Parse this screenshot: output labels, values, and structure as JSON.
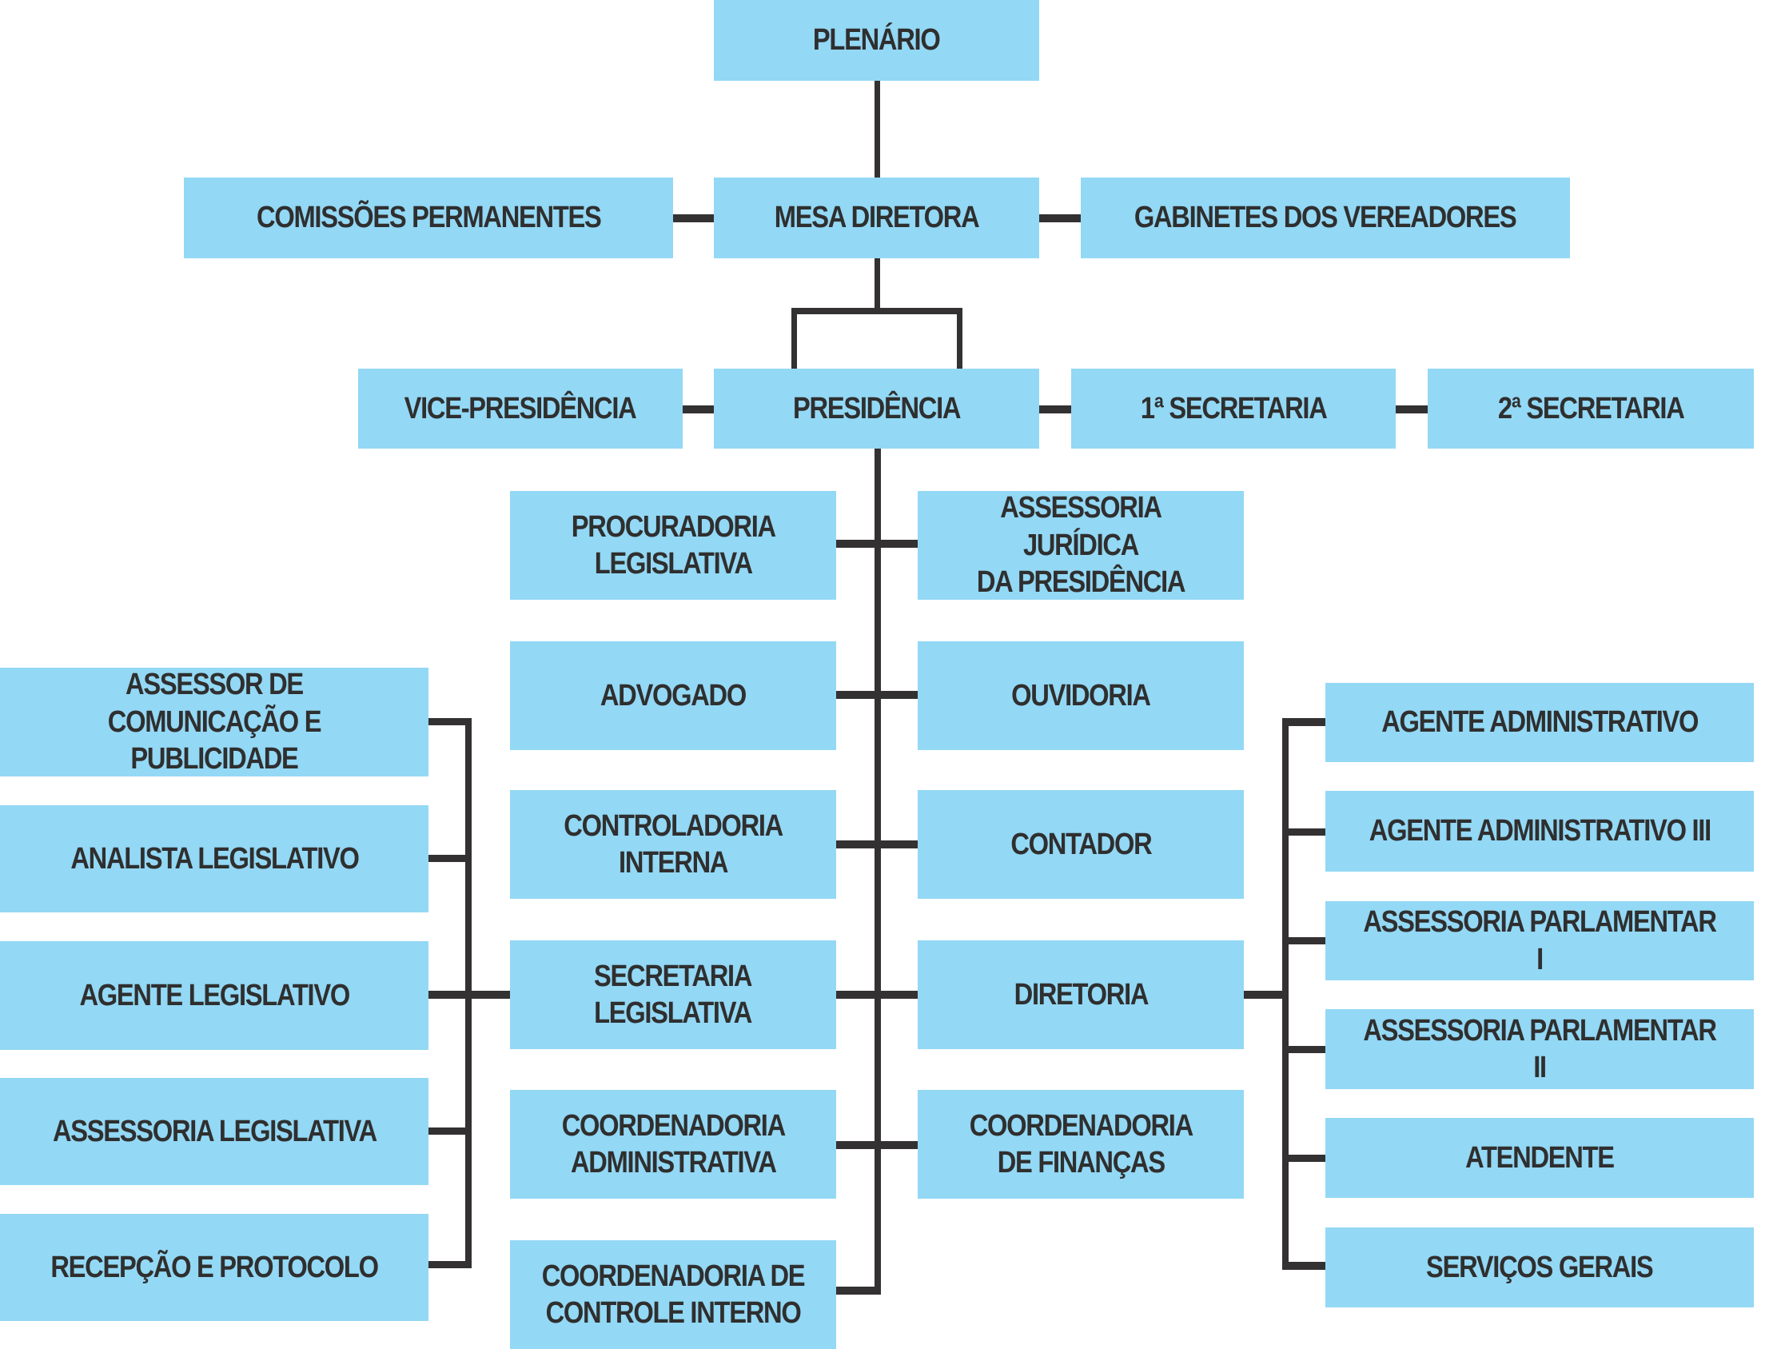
{
  "diagram": {
    "title": "Organograma",
    "colors": {
      "box_fill": "#93d8f5",
      "text": "#2f2f2f",
      "connector": "#333132"
    },
    "top": {
      "plenario": "PLENÁRIO",
      "comissoes": "COMISSÕES PERMANENTES",
      "mesa": "MESA DIRETORA",
      "gabinetes": "GABINETES DOS VEREADORES",
      "vice": "VICE-PRESIDÊNCIA",
      "presidencia": "PRESIDÊNCIA",
      "sec1": "1ª SECRETARIA",
      "sec2": "2ª SECRETARIA"
    },
    "center_left": [
      "PROCURADORIA\nLEGISLATIVA",
      "ADVOGADO",
      "CONTROLADORIA\nINTERNA",
      "SECRETARIA\nLEGISLATIVA",
      "COORDENADORIA\nADMINISTRATIVA",
      "COORDENADORIA DE\nCONTROLE INTERNO"
    ],
    "center_right": [
      "ASSESSORIA JURÍDICA\nDA PRESIDÊNCIA",
      "OUVIDORIA",
      "CONTADOR",
      "DIRETORIA",
      "COORDENADORIA\nDE FINANÇAS"
    ],
    "secretaria_children": [
      "ASSESSOR DE\nCOMUNICAÇÃO E PUBLICIDADE",
      "ANALISTA LEGISLATIVO",
      "AGENTE LEGISLATIVO",
      "ASSESSORIA LEGISLATIVA",
      "RECEPÇÃO E PROTOCOLO"
    ],
    "diretoria_children": [
      "AGENTE ADMINISTRATIVO",
      "AGENTE ADMINISTRATIVO III",
      "ASSESSORIA PARLAMENTAR I",
      "ASSESSORIA PARLAMENTAR II",
      "ATENDENTE",
      "SERVIÇOS GERAIS"
    ]
  }
}
